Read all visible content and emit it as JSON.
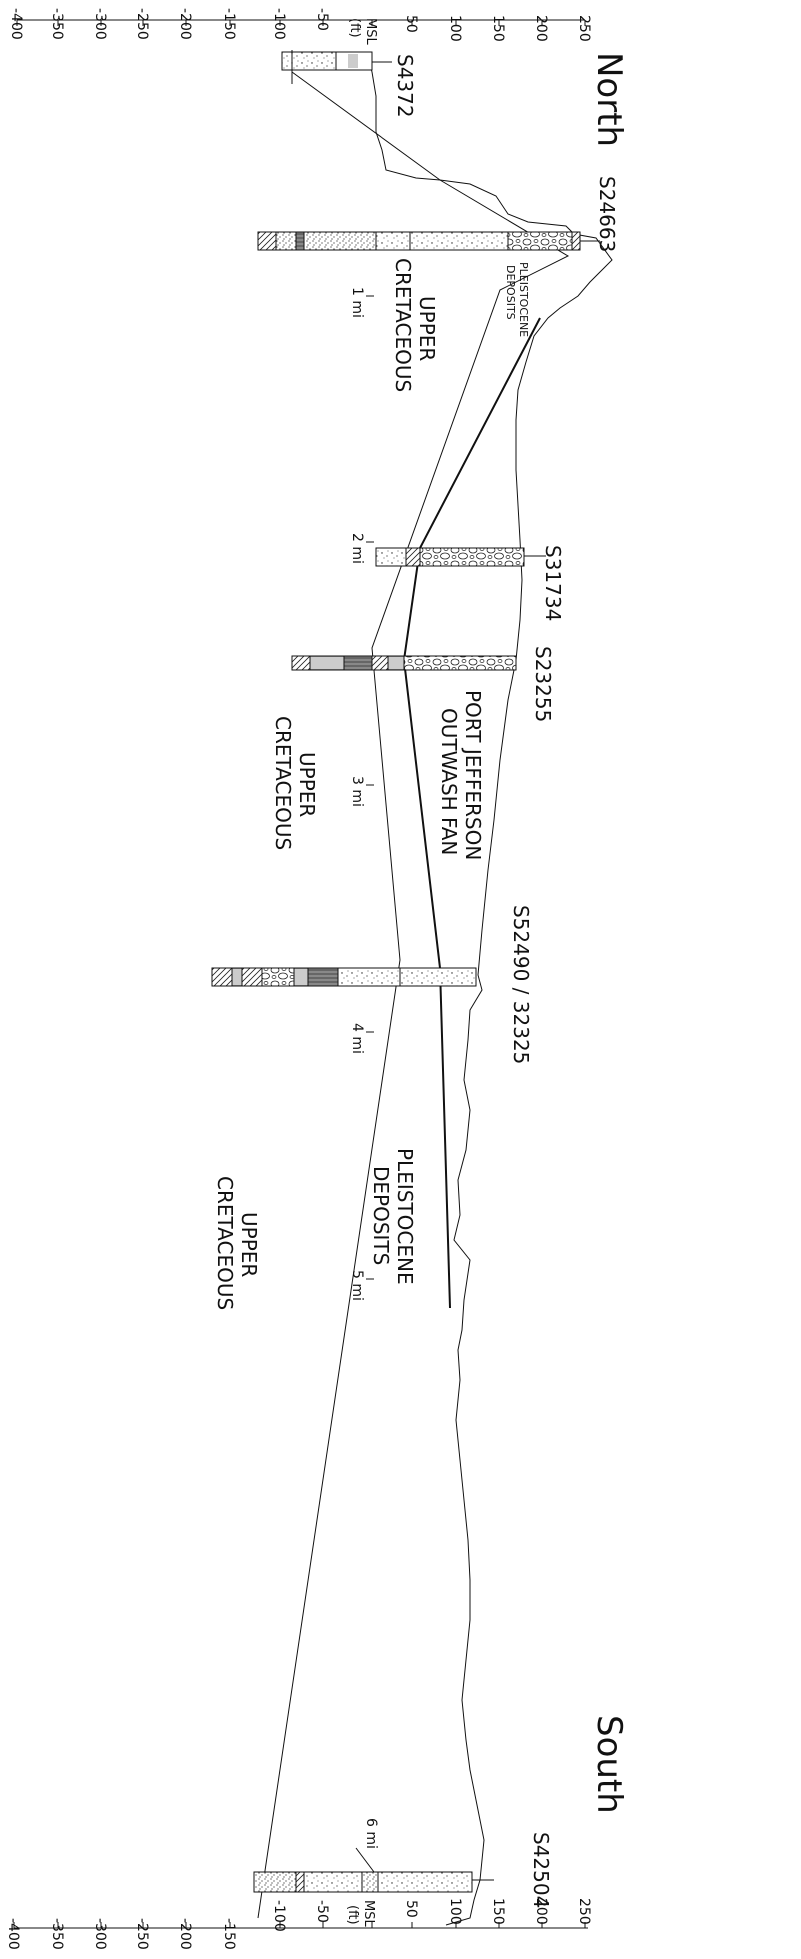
{
  "orientation": {
    "north": "North",
    "south": "South"
  },
  "axis": {
    "msl_label": "MSL",
    "unit_label": "(ft)",
    "top_ticks": [
      "-400",
      "-350",
      "-300",
      "-250",
      "-200",
      "-150",
      "-100",
      "-50",
      "",
      "50",
      "100",
      "150",
      "200",
      "250"
    ],
    "bottom_ticks": [
      "-400",
      "-350",
      "-300",
      "-250",
      "-200",
      "-150",
      "-100",
      "-50",
      "",
      "50",
      "100",
      "150",
      "200",
      "250"
    ]
  },
  "wells": [
    "S4372",
    "S24663",
    "S31734",
    "S23255",
    "S52490   /   32325",
    "S42504"
  ],
  "units": {
    "pleistocene_small": [
      "PLEISTOCENE",
      "DEPOSITS"
    ],
    "upper_cretaceous": [
      "UPPER",
      "CRETACEOUS"
    ],
    "port_jefferson": [
      "PORT JEFFERSON",
      "OUTWASH FAN"
    ],
    "pleistocene": [
      "PLEISTOCENE",
      "DEPOSITS"
    ]
  },
  "distance_marks": [
    "1 mi",
    "2 mi",
    "3 mi",
    "4 mi",
    "5 mi",
    "6 mi"
  ],
  "colors": {
    "ink": "#111111",
    "background": "#ffffff"
  }
}
